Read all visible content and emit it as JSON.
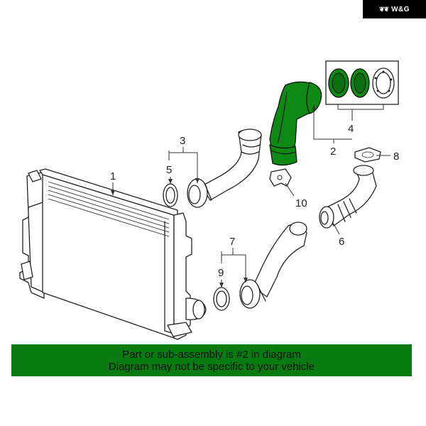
{
  "brand": {
    "text": "W&G",
    "mark": "❦❦"
  },
  "callouts": {
    "c1": "1",
    "c2": "2",
    "c3": "3",
    "c4": "4",
    "c5": "5",
    "c6": "6",
    "c7": "7",
    "c8": "8",
    "c9": "9",
    "c10": "10"
  },
  "banner": {
    "line1": "Part or sub-assembly is #2 in diagram",
    "line2": "Diagram may not be specific to your vehicle",
    "color": "#0a7a12"
  },
  "highlight_color": "#0e8a14"
}
